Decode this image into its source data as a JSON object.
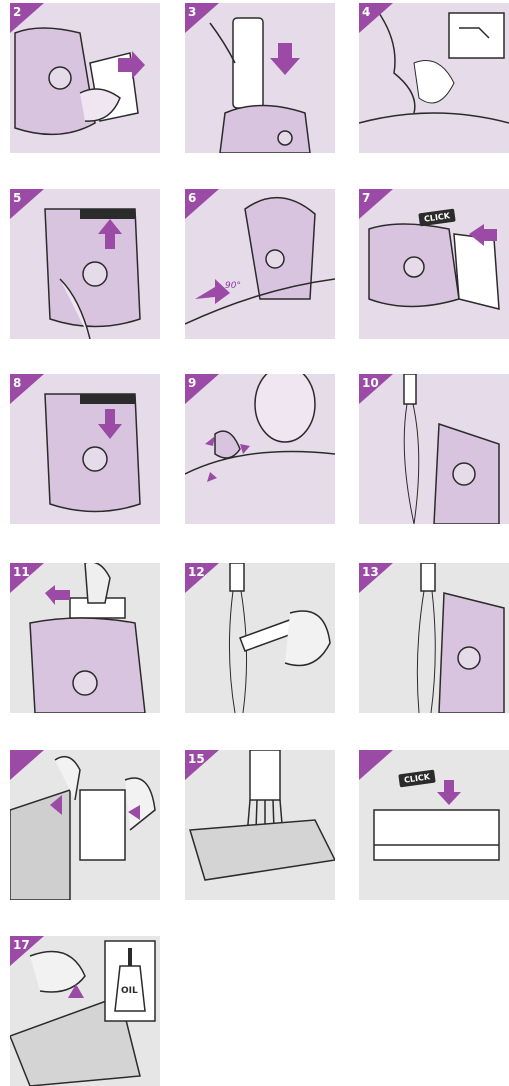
{
  "colors": {
    "panel_bg_lilac": "#e6dbe9",
    "panel_bg_gray": "#e6e6e6",
    "accent": "#9b4aa6",
    "line": "#2b2b2b"
  },
  "steps": [
    {
      "number": "2"
    },
    {
      "number": "3"
    },
    {
      "number": "4"
    },
    {
      "number": "5"
    },
    {
      "number": "6"
    },
    {
      "number": "7"
    },
    {
      "number": "8"
    },
    {
      "number": "9"
    },
    {
      "number": "10"
    },
    {
      "number": "11"
    },
    {
      "number": "12"
    },
    {
      "number": "13"
    },
    {
      "number": ""
    },
    {
      "number": "15"
    },
    {
      "number": ""
    },
    {
      "number": "17"
    }
  ],
  "labels": {
    "click_1": "CLICK",
    "click_2": "CLICK",
    "angle": "90°",
    "oil": "OIL"
  }
}
